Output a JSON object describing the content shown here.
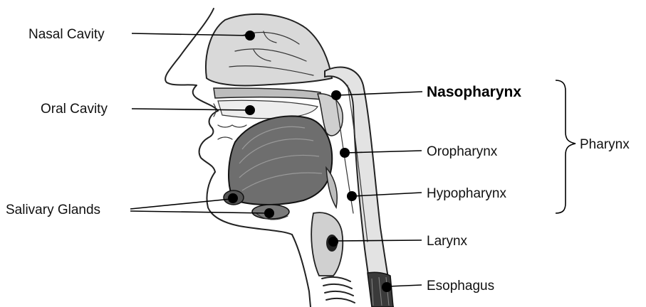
{
  "labels": {
    "nasal_cavity": "Nasal Cavity",
    "oral_cavity": "Oral Cavity",
    "salivary_glands": "Salivary Glands",
    "nasopharynx": "Nasopharynx",
    "oropharynx": "Oropharynx",
    "hypopharynx": "Hypopharynx",
    "larynx": "Larynx",
    "esophagus": "Esophagus",
    "pharynx": "Pharynx"
  }
}
